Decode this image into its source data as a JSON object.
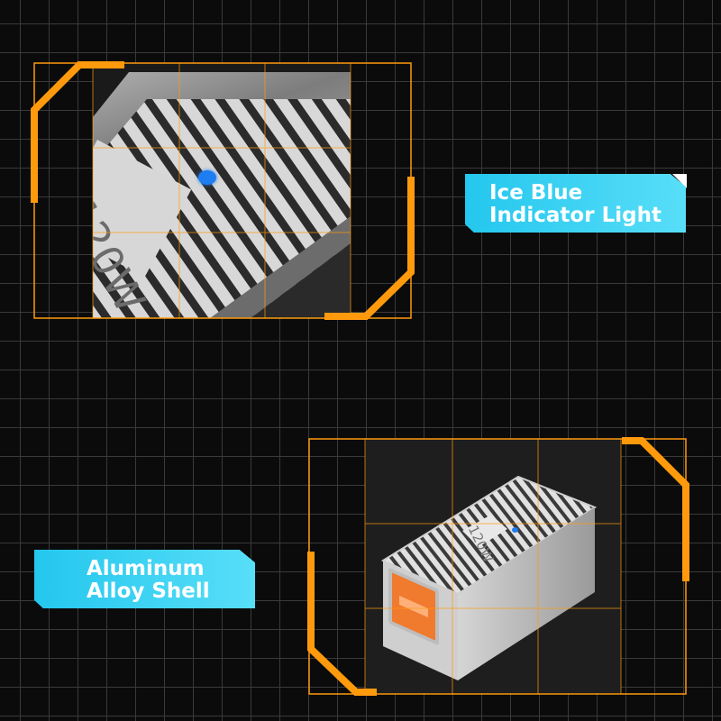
{
  "callouts": {
    "top_right": {
      "line1": "Ice Blue",
      "line2": "Indicator Light"
    },
    "bottom_left": {
      "line1": "Aluminum",
      "line2": "Alloy Shell"
    }
  },
  "product": {
    "power_marking": "120W"
  },
  "colors": {
    "frame_orange": "#ff9a0d",
    "callout_cyan": "#2fcdf1",
    "indicator_blue": "#1e7df0",
    "usb_port_orange": "#f07a2e"
  },
  "icons": [
    "usb-a-port-icon",
    "indicator-light-icon"
  ]
}
